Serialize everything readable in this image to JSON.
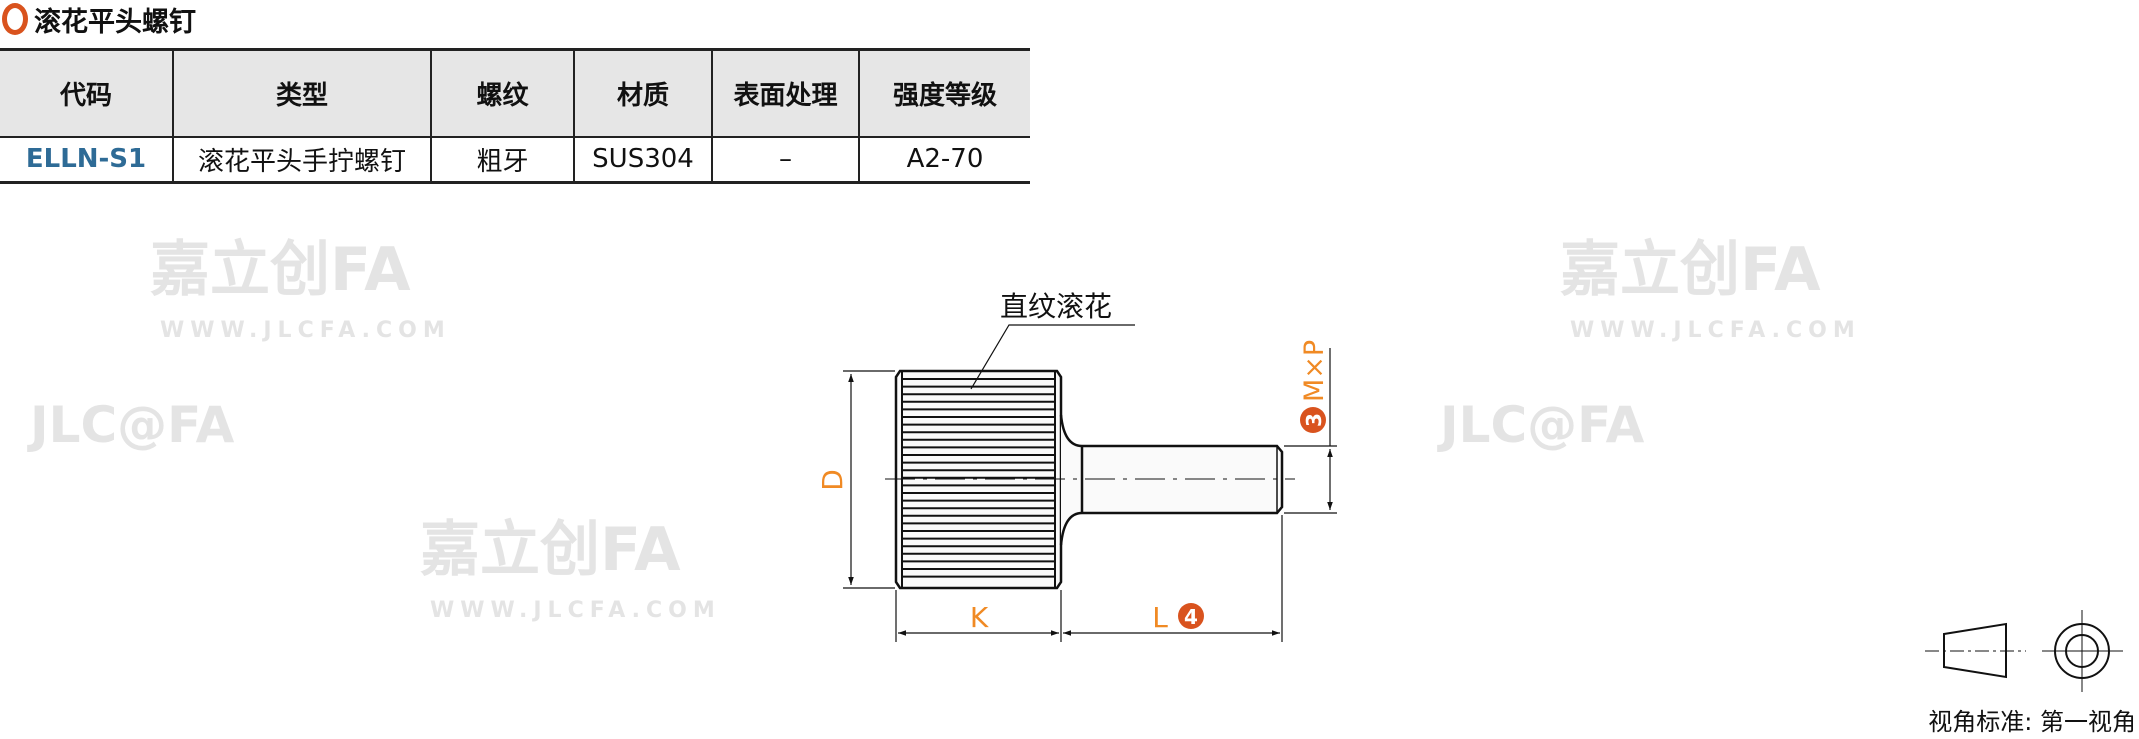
{
  "title": "滚花平头螺钉",
  "table": {
    "headers": [
      "代码",
      "类型",
      "螺纹",
      "材质",
      "表面处理",
      "强度等级"
    ],
    "rows": [
      [
        "ELLN-S1",
        "滚花平头手拧螺钉",
        "粗牙",
        "SUS304",
        "–",
        "A2-70"
      ]
    ]
  },
  "drawing": {
    "callout": "直纹滚花",
    "dim_d": "D",
    "dim_k": "K",
    "dim_l": "L",
    "dim_l_badge": "4",
    "dim_mxp": "M×P",
    "dim_mxp_badge": "3"
  },
  "projection": {
    "label": "视角标准: 第一视角"
  },
  "watermark": {
    "brand": "嘉立创FA",
    "url": "WWW.JLCFA.COM",
    "logo": "JLC@FA"
  },
  "colors": {
    "accent": "#d9531e",
    "dim": "#f08a24",
    "code": "#2e6b96"
  }
}
